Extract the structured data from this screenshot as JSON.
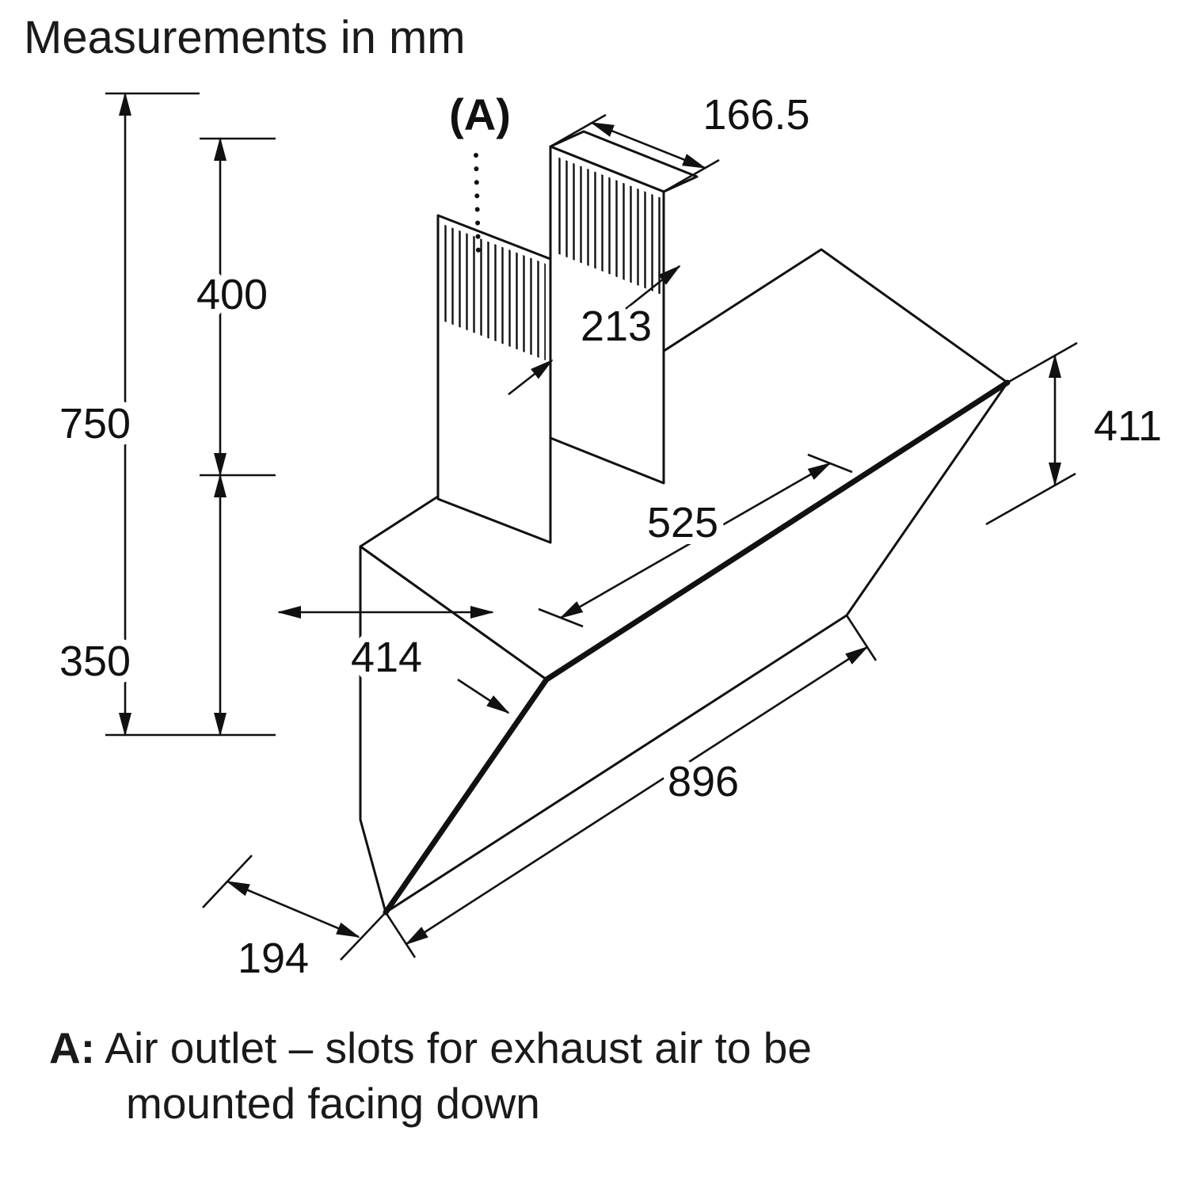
{
  "title": "Measurements in mm",
  "annotation": {
    "marker": "(A)"
  },
  "dimensions": {
    "d750": "750",
    "d400": "400",
    "d350": "350",
    "d166_5": "166.5",
    "d213": "213",
    "d525": "525",
    "d414": "414",
    "d411": "411",
    "d896": "896",
    "d194": "194"
  },
  "note": {
    "prefix": "A:",
    "line1": "Air outlet – slots for exhaust air to be",
    "line2": "mounted facing down"
  }
}
